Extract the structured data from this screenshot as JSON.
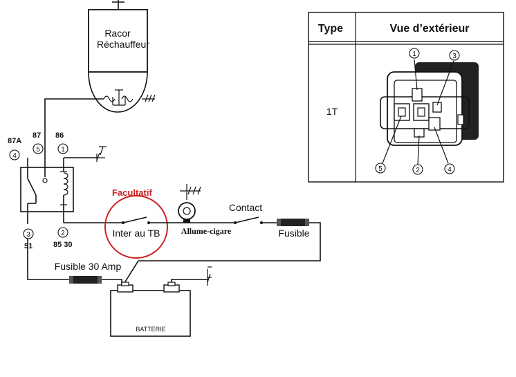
{
  "heater": {
    "line1": "Racor",
    "line2": "Réchauffeur"
  },
  "relay": {
    "pins": [
      {
        "id": "pin-4",
        "num": "4",
        "label": "87A"
      },
      {
        "id": "pin-5",
        "num": "5",
        "label": "87"
      },
      {
        "id": "pin-1",
        "num": "1",
        "label": "86"
      },
      {
        "id": "pin-3",
        "num": "3",
        "label": "51"
      },
      {
        "id": "pin-2",
        "num": "2",
        "label": "85 30"
      }
    ]
  },
  "optional": {
    "label": "Facultatif",
    "switch_label": "Inter au TB",
    "color": "#cc1f1f"
  },
  "lighter": {
    "label": "Allume-cigare"
  },
  "contact": {
    "label": "Contact"
  },
  "fuse": {
    "label": "Fusible"
  },
  "fuse30": {
    "label": "Fusible 30 Amp"
  },
  "battery": {
    "label": "BATTERIE"
  },
  "table": {
    "headers": [
      "Type",
      "Vue d’extérieur"
    ],
    "type_value": "1T",
    "view_pins": [
      "1",
      "3",
      "5",
      "2",
      "4"
    ]
  }
}
